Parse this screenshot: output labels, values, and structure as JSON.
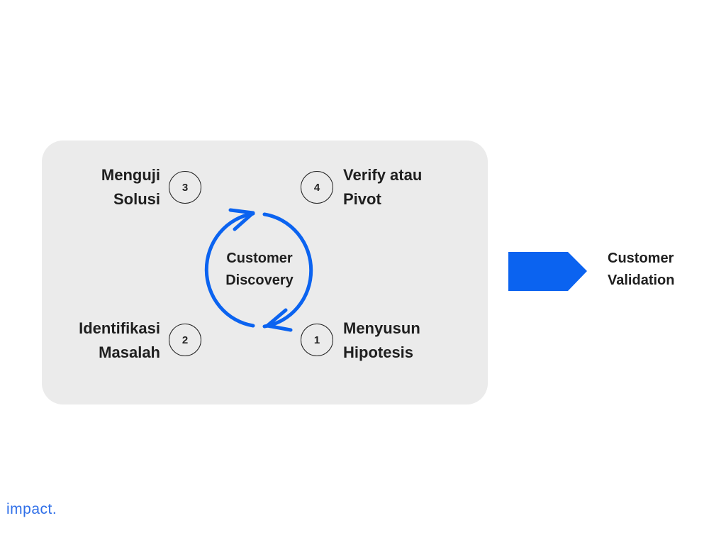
{
  "diagram": {
    "cycle_label": "Customer\nDiscovery",
    "steps": [
      {
        "number": "1",
        "label": "Menyusun\nHipotesis"
      },
      {
        "number": "2",
        "label": "Identifikasi\nMasalah"
      },
      {
        "number": "3",
        "label": "Menguji\nSolusi"
      },
      {
        "number": "4",
        "label": "Verify atau\nPivot"
      }
    ],
    "next_stage": "Customer\nValidation"
  },
  "brand": {
    "text": "impact."
  },
  "colors": {
    "accent": "#0b63f0",
    "panel": "#ebebeb",
    "text": "#1f1f1f"
  }
}
